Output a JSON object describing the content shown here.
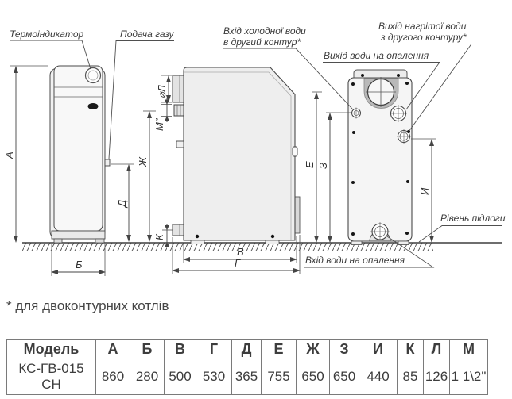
{
  "labels": {
    "thermo": "Термоіндикатор",
    "gas": "Подача газу",
    "cold_in_1": "Вхід холодної води",
    "cold_in_2": "в другий контур*",
    "hot_out_1": "Вихід нагрітої води",
    "hot_out_2": "з другого контуру*",
    "heat_out": "Вихід води на опалення",
    "heat_in": "Вхід води на опалення",
    "floor": "Рівень підлоги",
    "footnote": "* для двоконтурних котлів"
  },
  "dims": {
    "a": "А",
    "b": "Б",
    "v": "В",
    "g": "Г",
    "d": "Д",
    "e": "Е",
    "zh": "Ж",
    "z": "З",
    "y": "И",
    "k": "К",
    "l": "⌀Л",
    "m": "М\""
  },
  "table": {
    "headers": [
      "Модель",
      "А",
      "Б",
      "В",
      "Г",
      "Д",
      "Е",
      "Ж",
      "З",
      "И",
      "К",
      "Л",
      "М"
    ],
    "model": "КС-ГВ-015 СН",
    "values": [
      "860",
      "280",
      "500",
      "530",
      "365",
      "755",
      "650",
      "650",
      "440",
      "85",
      "126",
      "1 1\\2\""
    ]
  }
}
